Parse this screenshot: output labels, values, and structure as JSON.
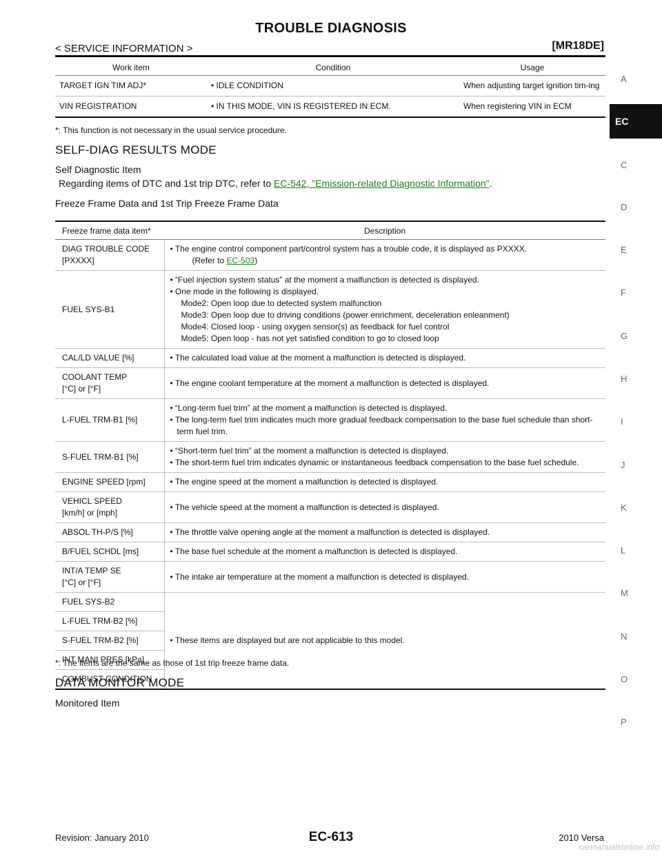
{
  "header": {
    "title": "TROUBLE DIAGNOSIS",
    "breadcrumb": "< SERVICE INFORMATION >",
    "model": "[MR18DE]"
  },
  "side_index": [
    "A",
    "EC",
    "C",
    "D",
    "E",
    "F",
    "G",
    "H",
    "I",
    "J",
    "K",
    "L",
    "M",
    "N",
    "O",
    "P"
  ],
  "work_table": {
    "headers": [
      "Work item",
      "Condition",
      "Usage"
    ],
    "rows": [
      {
        "item": "TARGET IGN TIM ADJ*",
        "condition": "• IDLE CONDITION",
        "usage": "When adjusting target ignition tim-ing"
      },
      {
        "item": "VIN REGISTRATION",
        "condition": "• IN THIS MODE, VIN IS REGISTERED IN ECM.",
        "usage": "When registering VIN in ECM"
      }
    ],
    "footnote": "*: This function is not necessary in the usual service procedure."
  },
  "self_diag": {
    "heading": "SELF-DIAG RESULTS MODE",
    "sub1": "Self Diagnostic Item",
    "text_pre": "Regarding items of DTC and 1st trip DTC, refer to ",
    "link": "EC-542, \"Emission-related Diagnostic Information\"",
    "text_post": ".",
    "sub2": "Freeze Frame Data and 1st Trip Freeze Frame Data"
  },
  "freeze_table": {
    "headers": [
      "Freeze frame data item*",
      "Description"
    ],
    "rows": [
      {
        "item": [
          "DIAG TROUBLE CODE",
          "[PXXXX]"
        ],
        "desc": [
          "• The engine control component part/control system has a trouble code, it is displayed as PXXXX."
        ],
        "ref_pre": "(Refer to ",
        "ref_link": "EC-503",
        "ref_post": ")"
      },
      {
        "item": [
          "FUEL SYS-B1"
        ],
        "desc": [
          "• “Fuel injection system status” at the moment a malfunction is detected is displayed.",
          "• One mode in the following is displayed."
        ],
        "modes": [
          "Mode2: Open loop due to detected system malfunction",
          "Mode3: Open loop due to driving conditions (power enrichment, deceleration enleanment)",
          "Mode4: Closed loop - using oxygen sensor(s) as feedback for fuel control",
          "Mode5: Open loop - has not yet satisfied condition to go to closed loop"
        ]
      },
      {
        "item": [
          "CAL/LD VALUE [%]"
        ],
        "desc": [
          "• The calculated load value at the moment a malfunction is detected is displayed."
        ]
      },
      {
        "item": [
          "COOLANT TEMP",
          "[°C] or [°F]"
        ],
        "desc": [
          "• The engine coolant temperature at the moment a malfunction is detected is displayed."
        ]
      },
      {
        "item": [
          "L-FUEL TRM-B1 [%]"
        ],
        "desc": [
          "• “Long-term fuel trim” at the moment a malfunction is detected is displayed.",
          "• The long-term fuel trim indicates much more gradual feedback compensation to the base fuel schedule than short-term fuel trim."
        ]
      },
      {
        "item": [
          "S-FUEL TRM-B1 [%]"
        ],
        "desc": [
          "• “Short-term fuel trim” at the moment a malfunction is detected is displayed.",
          "• The short-term fuel trim indicates dynamic or instantaneous feedback compensation to the base fuel schedule."
        ]
      },
      {
        "item": [
          "ENGINE SPEED [rpm]"
        ],
        "desc": [
          "• The engine speed at the moment a malfunction is detected is displayed."
        ]
      },
      {
        "item": [
          "VEHICL SPEED",
          "[km/h] or [mph]"
        ],
        "desc": [
          "• The vehicle speed at the moment a malfunction is detected is displayed."
        ]
      },
      {
        "item": [
          "ABSOL TH-P/S [%]"
        ],
        "desc": [
          "• The throttle valve opening angle at the moment a malfunction is detected is displayed."
        ]
      },
      {
        "item": [
          "B/FUEL SCHDL [ms]"
        ],
        "desc": [
          "• The base fuel schedule at the moment a malfunction is detected is displayed."
        ]
      },
      {
        "item": [
          "INT/A TEMP SE",
          "[°C] or [°F]"
        ],
        "desc": [
          "• The intake air temperature at the moment a malfunction is detected is displayed."
        ]
      }
    ],
    "merged_items": [
      "FUEL SYS-B2",
      "L-FUEL TRM-B2 [%]",
      "S-FUEL TRM-B2 [%]",
      "INT MANI PRES [kPa]",
      "COMBUST CONDITION"
    ],
    "merged_desc": "• These items are displayed but are not applicable to this model.",
    "footnote": "*: The items are the same as those of 1st trip freeze frame data."
  },
  "data_monitor": {
    "heading": "DATA MONITOR MODE",
    "sub": "Monitored Item"
  },
  "footer": {
    "revision": "Revision: January 2010",
    "page": "EC-613",
    "edition": "2010 Versa",
    "watermark": "carmanualsonline.info"
  }
}
